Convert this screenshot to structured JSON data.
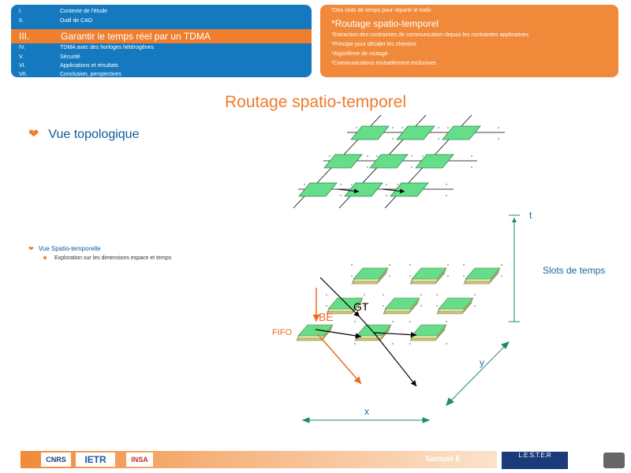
{
  "outline": [
    {
      "num": "I.",
      "label": "Contexte de l'étude",
      "active": false
    },
    {
      "num": "II.",
      "label": "Outil de CAO",
      "active": false
    },
    {
      "num": "III.",
      "label": "Garantir le temps réel par un TDMA",
      "active": true
    },
    {
      "num": "IV.",
      "label": "TDMA avec des horloges hétérogènes",
      "active": false
    },
    {
      "num": "V.",
      "label": "Sécurité",
      "active": false
    },
    {
      "num": "VI.",
      "label": "Applications et résultats",
      "active": false
    },
    {
      "num": "VII.",
      "label": "Conclusion, perspectives",
      "active": false
    }
  ],
  "subsections": [
    {
      "text": "*Des slots de temps pour répartir le trafic",
      "big": false
    },
    {
      "text": "*Routage spatio-temporel",
      "big": true
    },
    {
      "text": "*Extraction des contraintes de communication depuis les contraintes applicatives",
      "big": false
    },
    {
      "text": "*Principe pour décider les chemins",
      "big": false
    },
    {
      "text": "*Algorithme de routage",
      "big": false
    },
    {
      "text": "*Communications mutuellement exclusives",
      "big": false
    }
  ],
  "title": "Routage spatio-temporel",
  "bullets": {
    "heart_glyph": "❤",
    "topology": "Vue topologique",
    "spatio": "Vue Spatio-temporelle",
    "exploration": "Exploration sur les dimensions espace et temps"
  },
  "diagram": {
    "label_t": "t",
    "label_slots": "Slots de temps",
    "label_gt": "GT",
    "label_be": "BE",
    "label_fifo": "FIFO",
    "label_y": "y",
    "label_x": "x"
  },
  "footer": {
    "logo1": "CNRS",
    "logo2": "IETR",
    "logo3": "INSA",
    "author": "Samuel E",
    "lester": "L.E.S.T.E.R"
  },
  "colors": {
    "accent_orange": "#ef7f2e",
    "blue": "#1479bf",
    "node_green": "#66dd88"
  }
}
